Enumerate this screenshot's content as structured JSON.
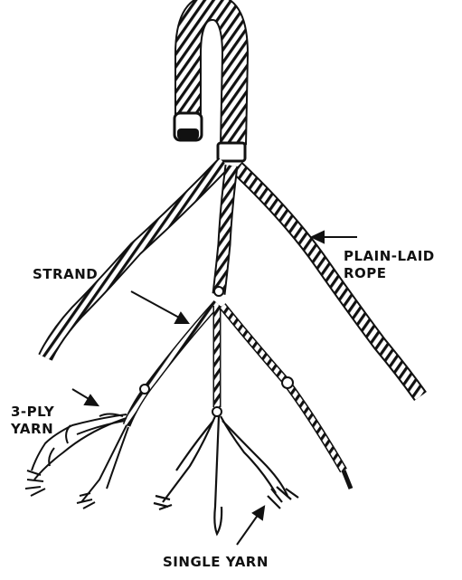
{
  "labels": {
    "plain_laid_rope": [
      "PLAIN-LAID",
      "ROPE"
    ],
    "strand": "STRAND",
    "three_ply_yarn": [
      "3-PLY",
      "YARN"
    ],
    "single_yarn": "SINGLE YARN"
  },
  "colors": {
    "ink": "#111111",
    "paper": "#ffffff"
  }
}
